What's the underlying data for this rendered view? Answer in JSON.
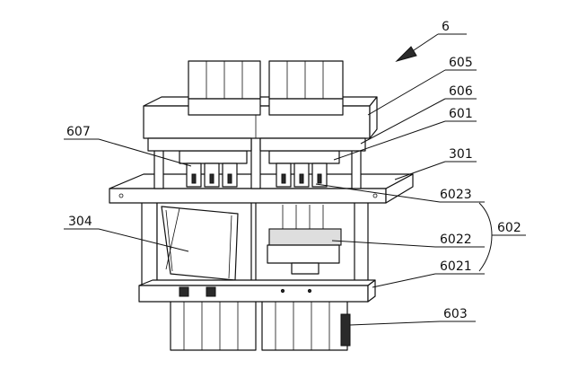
{
  "labels": {
    "assembly": "6",
    "l605": "605",
    "l606": "606",
    "l601": "601",
    "l607": "607",
    "l301": "301",
    "l6023": "6023",
    "l304": "304",
    "l602": "602",
    "l6022": "6022",
    "l6021": "6021",
    "l603": "603"
  }
}
